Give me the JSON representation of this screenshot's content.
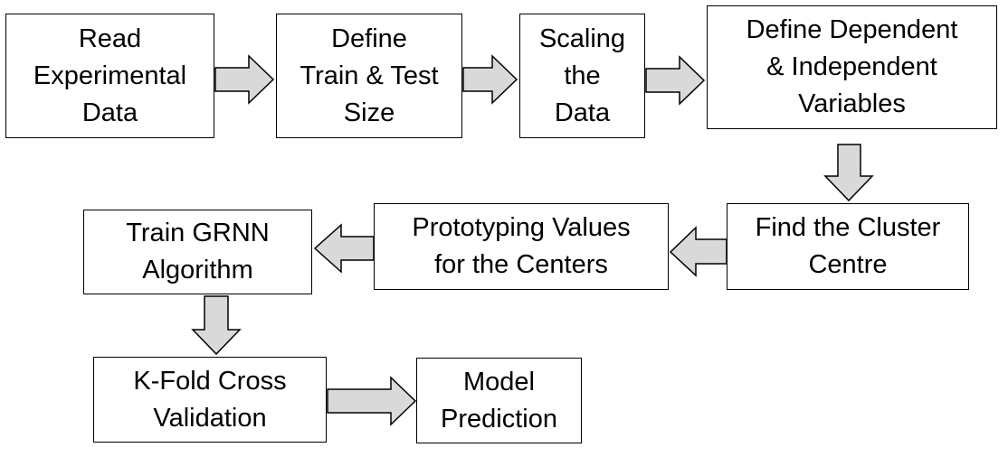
{
  "diagram": {
    "steps": [
      {
        "id": "read-data",
        "lines": [
          "Read",
          "Experimental",
          "Data"
        ]
      },
      {
        "id": "define-train-test",
        "lines": [
          "Define",
          "Train & Test",
          "Size"
        ]
      },
      {
        "id": "scaling",
        "lines": [
          "Scaling",
          "the",
          "Data"
        ]
      },
      {
        "id": "define-variables",
        "lines": [
          "Define Dependent",
          "& Independent",
          "Variables"
        ]
      },
      {
        "id": "cluster-centre",
        "lines": [
          "Find the Cluster",
          "Centre"
        ]
      },
      {
        "id": "prototyping",
        "lines": [
          "Prototyping Values",
          "for the Centers"
        ]
      },
      {
        "id": "train-grnn",
        "lines": [
          "Train GRNN",
          "Algorithm"
        ]
      },
      {
        "id": "kfold",
        "lines": [
          "K-Fold Cross",
          "Validation"
        ]
      },
      {
        "id": "model-prediction",
        "lines": [
          "Model",
          "Prediction"
        ]
      }
    ],
    "connections": [
      {
        "from": "read-data",
        "to": "define-train-test",
        "direction": "right"
      },
      {
        "from": "define-train-test",
        "to": "scaling",
        "direction": "right"
      },
      {
        "from": "scaling",
        "to": "define-variables",
        "direction": "right"
      },
      {
        "from": "define-variables",
        "to": "cluster-centre",
        "direction": "down"
      },
      {
        "from": "cluster-centre",
        "to": "prototyping",
        "direction": "left"
      },
      {
        "from": "prototyping",
        "to": "train-grnn",
        "direction": "left"
      },
      {
        "from": "train-grnn",
        "to": "kfold",
        "direction": "down"
      },
      {
        "from": "kfold",
        "to": "model-prediction",
        "direction": "right"
      }
    ],
    "colors": {
      "arrow_fill": "#d9d9d9",
      "box_border": "#000000",
      "text": "#000000"
    }
  }
}
